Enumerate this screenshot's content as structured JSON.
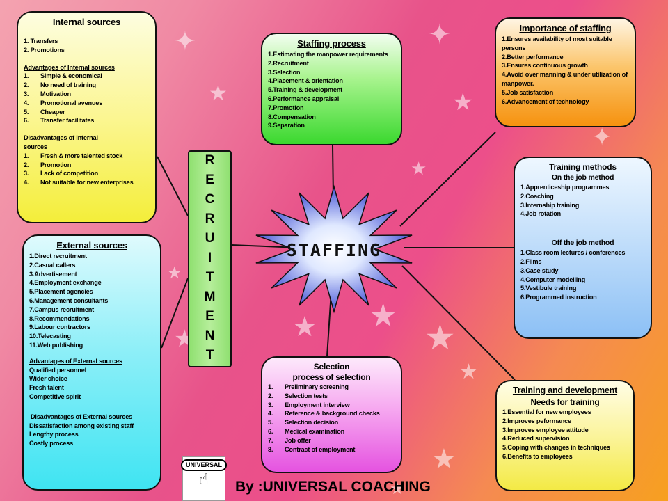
{
  "internal": {
    "title": "Internal sources",
    "items": [
      "1. Transfers",
      "2. Promotions"
    ],
    "adv_title": "Advantages of Internal sources",
    "adv": [
      {
        "n": "1.",
        "t": "Simple & economical"
      },
      {
        "n": "2.",
        "t": "No need of training"
      },
      {
        "n": "3.",
        "t": "Motivation"
      },
      {
        "n": "4.",
        "t": "Promotional avenues"
      },
      {
        "n": "5.",
        "t": "Cheaper"
      },
      {
        "n": "6.",
        "t": "Transfer facilitates"
      }
    ],
    "dis_title": "Disadvantages of internal sources",
    "dis": [
      {
        "n": "1.",
        "t": "Fresh & more talented stock"
      },
      {
        "n": "2.",
        "t": "Promotion"
      },
      {
        "n": "3.",
        "t": "Lack of competition"
      },
      {
        "n": "4.",
        "t": "Not suitable for new enterprises"
      }
    ]
  },
  "external": {
    "title": "External sources",
    "items": [
      "1.Direct recruitment",
      "2.Casual callers",
      "3.Advertisement",
      "4.Employment exchange",
      "5.Placement agencies",
      "6.Management consultants",
      "7.Campus recruitment",
      "8.Recommendations",
      "9.Labour contractors",
      "10.Telecasting",
      "11.Web publishing"
    ],
    "adv_title": "Advantages of External sources",
    "adv": [
      "Qualified personnel",
      "Wider choice",
      "Fresh talent",
      "Competitive spirit"
    ],
    "dis_title": "Disadvantages of External sources",
    "dis": [
      "Dissatisfaction among existing staff",
      "Lengthy process",
      "Costly process"
    ]
  },
  "process": {
    "title": "Staffing process",
    "items": [
      "1.Estimating the manpower requirements",
      "2.Recruitment",
      "3.Selection",
      "4.Placement & orientation",
      "5.Training & development",
      "6.Performance appraisal",
      "7.Promotion",
      "8.Compensation",
      "9.Separation"
    ]
  },
  "importance": {
    "title": "Importance of staffing",
    "items": [
      "1.Ensures availability of most suitable persons",
      "2.Better performance",
      "3.Ensures continuous growth",
      "4.Avoid over manning & under utilization of manpower.",
      "5.Job satisfaction",
      "6.Advancement of technology"
    ]
  },
  "methods": {
    "title": "Training methods",
    "on_title": "On the job method",
    "on": [
      "1.Apprenticeship programmes",
      "2.Coaching",
      "3.Internship training",
      "4.Job rotation"
    ],
    "off_title": "Off the job method",
    "off": [
      "1.Class room lectures / conferences",
      "2.Films",
      "3.Case study",
      "4.Computer modelling",
      "5.Vestibule training",
      "6.Programmed instruction"
    ]
  },
  "selection": {
    "title": "Selection",
    "subtitle": "process of selection",
    "items": [
      {
        "n": "1.",
        "t": "Preliminary screening"
      },
      {
        "n": "2.",
        "t": "Selection tests"
      },
      {
        "n": "3.",
        "t": "Employment interview"
      },
      {
        "n": "4.",
        "t": "Reference & background checks"
      },
      {
        "n": "5.",
        "t": "Selection decision"
      },
      {
        "n": "6.",
        "t": "Medical examination"
      },
      {
        "n": "7.",
        "t": "Job offer"
      },
      {
        "n": "8.",
        "t": "Contract of employment"
      }
    ]
  },
  "training": {
    "title": "Training and development",
    "needs_title": "Needs for training",
    "items": [
      "1.Essential for new employees",
      "2.Improves peformance",
      "3.Improves employee attitude",
      "4.Reduced supervision",
      "5.Coping with changes in techniques",
      "6.Benefits to employees"
    ]
  },
  "recruitment_letters": [
    "R",
    "E",
    "C",
    "R",
    "U",
    "I",
    "T",
    "M",
    "E",
    "N",
    "T"
  ],
  "center_label": "STAFFING",
  "logo_text": "UNIVERSAL",
  "footer": "By :UNIVERSAL COACHING",
  "colors": {
    "star_fill": "#2f3fd0",
    "star_fill_light": "#dfe8ff",
    "recruit_bg": "#a8e88a"
  },
  "icons": {
    "logo_hand": "pointing-hand-icon"
  }
}
